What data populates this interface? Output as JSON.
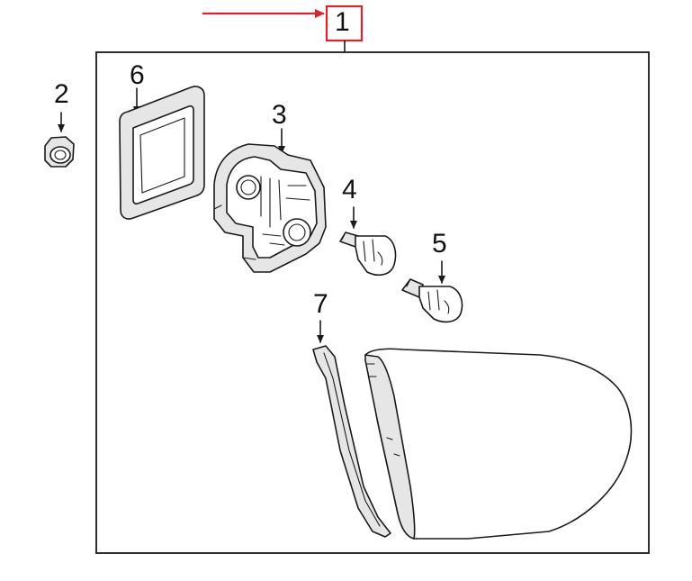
{
  "callouts": {
    "main_assembly": "1",
    "nut": "2",
    "socket": "3",
    "bulb_large": "4",
    "bulb_small": "5",
    "gasket": "6",
    "seal_strip": "7"
  },
  "colors": {
    "highlight": "#d9232d",
    "line": "#1a1a1a",
    "fill": "#e6e6e6"
  }
}
